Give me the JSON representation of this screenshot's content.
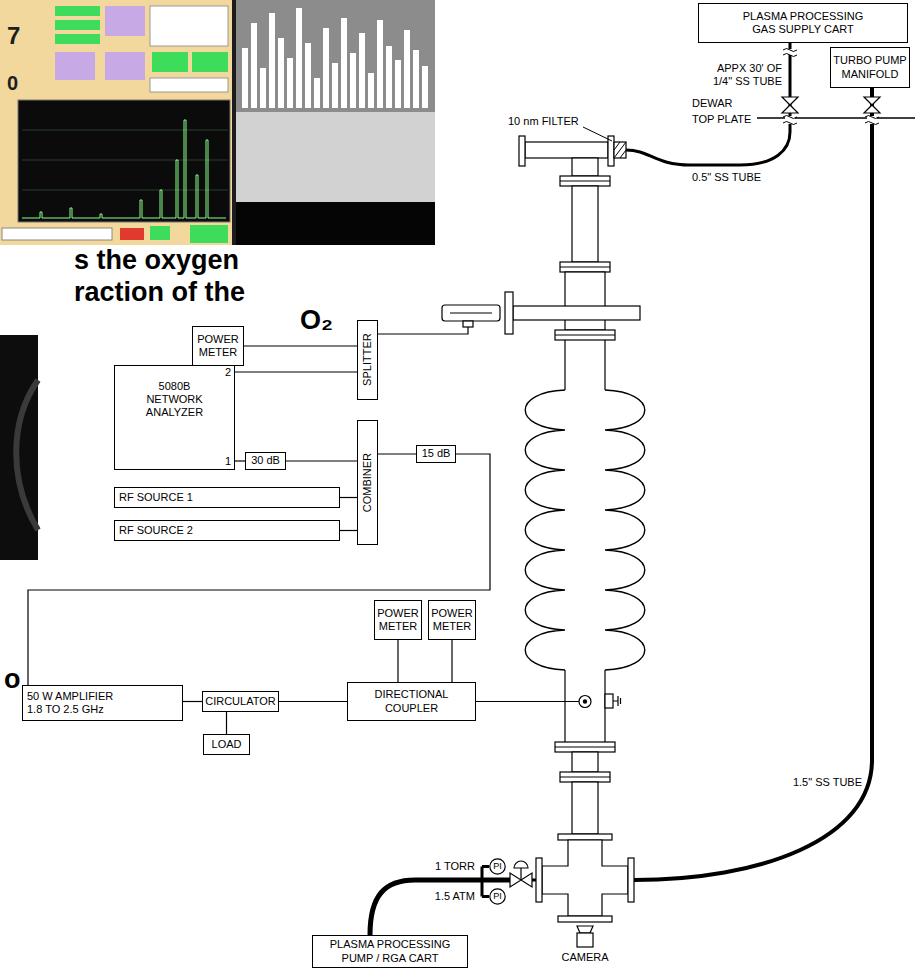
{
  "diagram": {
    "nodes": [
      {
        "text": [
          "PLASMA PROCESSING GAS SUPPLY CART"
        ]
      },
      {
        "text": [
          "TURBO PUMP MANIFOLD"
        ]
      },
      {
        "text": [
          "POWER METER"
        ]
      },
      {
        "text": [
          "SPLITTER"
        ]
      },
      {
        "text": [
          "5080B NETWORK ANALYZER"
        ]
      },
      {
        "text": [
          "30 dB"
        ]
      },
      {
        "text": [
          "COMBINER"
        ]
      },
      {
        "text": [
          "15 dB"
        ]
      },
      {
        "text": [
          "RF SOURCE 1"
        ]
      },
      {
        "text": [
          "RF SOURCE 2"
        ]
      },
      {
        "text": [
          "POWER METER"
        ]
      },
      {
        "text": [
          "POWER METER"
        ]
      },
      {
        "text": [
          "50 W AMPLIFIER 1.8 TO 2.5 GHz"
        ]
      },
      {
        "text": [
          "CIRCULATOR"
        ]
      },
      {
        "text": [
          "DIRECTIONAL COUPLER"
        ]
      },
      {
        "text": [
          "LOAD"
        ]
      },
      {
        "text": [
          "PI"
        ]
      },
      {
        "text": [
          "PI"
        ]
      },
      {
        "text": [
          "PLASMA PROCESSING PUMP / RGA CART"
        ]
      }
    ],
    "edges": [
      {
        "from": 2,
        "to": 3,
        "arrow": "none"
      },
      {
        "from": 4,
        "to": 3,
        "arrow": "none"
      },
      {
        "from": 4,
        "to": 5,
        "arrow": "none"
      },
      {
        "from": 5,
        "to": 6,
        "arrow": "none"
      },
      {
        "from": 8,
        "to": 6,
        "arrow": "none"
      },
      {
        "from": 9,
        "to": 6,
        "arrow": "none"
      },
      {
        "from": 6,
        "to": 7,
        "arrow": "none"
      },
      {
        "from": 7,
        "to": 12,
        "arrow": "none"
      },
      {
        "from": 12,
        "to": 13,
        "arrow": "none"
      },
      {
        "from": 13,
        "to": 14,
        "arrow": "none"
      },
      {
        "from": 13,
        "to": 15,
        "arrow": "none"
      },
      {
        "from": 14,
        "to": 10,
        "arrow": "none"
      },
      {
        "from": 14,
        "to": 11,
        "arrow": "none"
      }
    ],
    "labels": [
      "7",
      "0",
      "s the oxygen",
      "raction of the",
      "O₂",
      "o",
      "APPX 30' OF 1/4\" SS TUBE",
      "DEWAR",
      "TOP PLATE",
      "10 nm FILTER",
      "0.5\" SS TUBE",
      "2",
      "1",
      "1.5\" SS TUBE",
      "1 TORR",
      "1.5 ATM",
      "CAMERA"
    ]
  }
}
